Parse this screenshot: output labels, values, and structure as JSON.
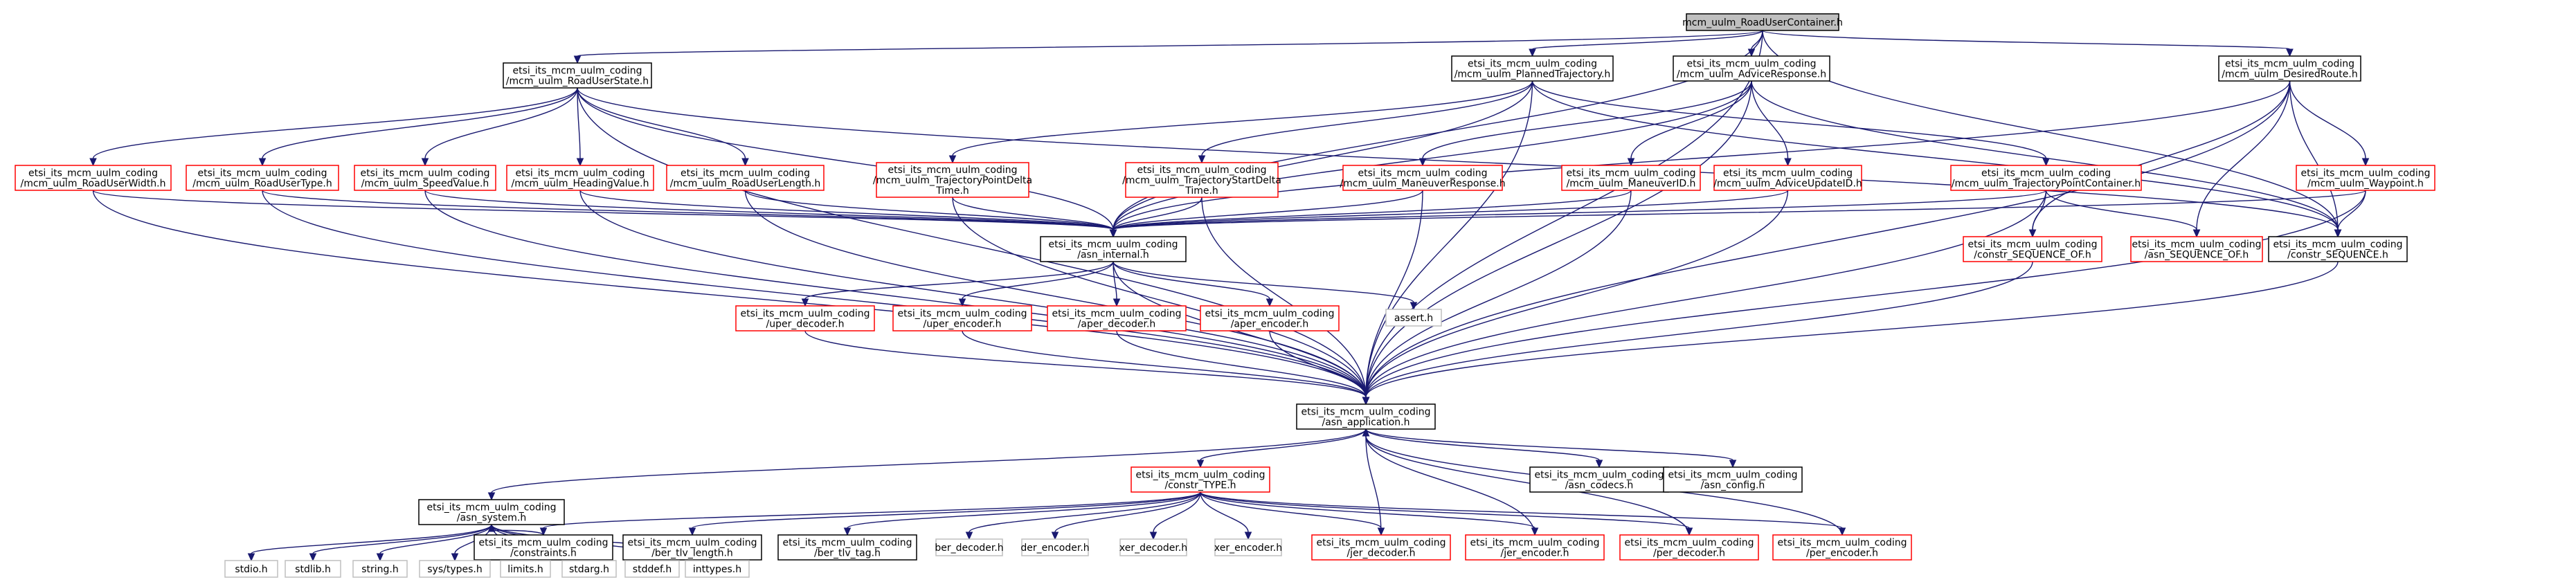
{
  "colors": {
    "edge": "#191970",
    "border_black": "#000000",
    "border_red": "#ff0000",
    "border_gray": "#bfbfbf",
    "fill_root": "#bfbfbf",
    "fill_default": "#ffffff"
  },
  "nodes": {
    "root": {
      "lines": [
        "mcm_uulm_RoadUserContainer.h"
      ],
      "style": "root"
    },
    "roadUserState": {
      "lines": [
        "etsi_its_mcm_uulm_coding",
        "/mcm_uulm_RoadUserState.h"
      ],
      "style": "black"
    },
    "plannedTrajectory": {
      "lines": [
        "etsi_its_mcm_uulm_coding",
        "/mcm_uulm_PlannedTrajectory.h"
      ],
      "style": "black"
    },
    "adviceResponse": {
      "lines": [
        "etsi_its_mcm_uulm_coding",
        "/mcm_uulm_AdviceResponse.h"
      ],
      "style": "black"
    },
    "desiredRoute": {
      "lines": [
        "etsi_its_mcm_uulm_coding",
        "/mcm_uulm_DesiredRoute.h"
      ],
      "style": "black"
    },
    "roadUserWidth": {
      "lines": [
        "etsi_its_mcm_uulm_coding",
        "/mcm_uulm_RoadUserWidth.h"
      ],
      "style": "red"
    },
    "roadUserType": {
      "lines": [
        "etsi_its_mcm_uulm_coding",
        "/mcm_uulm_RoadUserType.h"
      ],
      "style": "red"
    },
    "speedValue": {
      "lines": [
        "etsi_its_mcm_uulm_coding",
        "/mcm_uulm_SpeedValue.h"
      ],
      "style": "red"
    },
    "headingValue": {
      "lines": [
        "etsi_its_mcm_uulm_coding",
        "/mcm_uulm_HeadingValue.h"
      ],
      "style": "red"
    },
    "roadUserLength": {
      "lines": [
        "etsi_its_mcm_uulm_coding",
        "/mcm_uulm_RoadUserLength.h"
      ],
      "style": "red"
    },
    "trajPointDeltaTime": {
      "lines": [
        "etsi_its_mcm_uulm_coding",
        "/mcm_uulm_TrajectoryPointDelta",
        "Time.h"
      ],
      "style": "red"
    },
    "trajStartDeltaTime": {
      "lines": [
        "etsi_its_mcm_uulm_coding",
        "/mcm_uulm_TrajectoryStartDelta",
        "Time.h"
      ],
      "style": "red"
    },
    "maneuverResponse": {
      "lines": [
        "etsi_its_mcm_uulm_coding",
        "/mcm_uulm_ManeuverResponse.h"
      ],
      "style": "red"
    },
    "maneuverID": {
      "lines": [
        "etsi_its_mcm_uulm_coding",
        "/mcm_uulm_ManeuverID.h"
      ],
      "style": "red"
    },
    "adviceUpdateID": {
      "lines": [
        "etsi_its_mcm_uulm_coding",
        "/mcm_uulm_AdviceUpdateID.h"
      ],
      "style": "red"
    },
    "trajPointContainer": {
      "lines": [
        "etsi_its_mcm_uulm_coding",
        "/mcm_uulm_TrajectoryPointContainer.h"
      ],
      "style": "red"
    },
    "waypoint": {
      "lines": [
        "etsi_its_mcm_uulm_coding",
        "/mcm_uulm_Waypoint.h"
      ],
      "style": "red"
    },
    "asnInternal": {
      "lines": [
        "etsi_its_mcm_uulm_coding",
        "/asn_internal.h"
      ],
      "style": "black"
    },
    "constrSeqOfRed": {
      "lines": [
        "etsi_its_mcm_uulm_coding",
        "/constr_SEQUENCE_OF.h"
      ],
      "style": "red"
    },
    "asnSeqOf": {
      "lines": [
        "etsi_its_mcm_uulm_coding",
        "/asn_SEQUENCE_OF.h"
      ],
      "style": "red"
    },
    "constrSequence": {
      "lines": [
        "etsi_its_mcm_uulm_coding",
        "/constr_SEQUENCE.h"
      ],
      "style": "black"
    },
    "uperDecoder": {
      "lines": [
        "etsi_its_mcm_uulm_coding",
        "/uper_decoder.h"
      ],
      "style": "red"
    },
    "uperEncoder": {
      "lines": [
        "etsi_its_mcm_uulm_coding",
        "/uper_encoder.h"
      ],
      "style": "red"
    },
    "aperDecoder": {
      "lines": [
        "etsi_its_mcm_uulm_coding",
        "/aper_decoder.h"
      ],
      "style": "red"
    },
    "aperEncoder": {
      "lines": [
        "etsi_its_mcm_uulm_coding",
        "/aper_encoder.h"
      ],
      "style": "red"
    },
    "assert": {
      "lines": [
        "assert.h"
      ],
      "style": "gray"
    },
    "asnApplication": {
      "lines": [
        "etsi_its_mcm_uulm_coding",
        "/asn_application.h"
      ],
      "style": "black"
    },
    "constrType": {
      "lines": [
        "etsi_its_mcm_uulm_coding",
        "/constr_TYPE.h"
      ],
      "style": "red"
    },
    "asnCodecs": {
      "lines": [
        "etsi_its_mcm_uulm_coding",
        "/asn_codecs.h"
      ],
      "style": "black"
    },
    "asnConfig": {
      "lines": [
        "etsi_its_mcm_uulm_coding",
        "/asn_config.h"
      ],
      "style": "black"
    },
    "constraints": {
      "lines": [
        "etsi_its_mcm_uulm_coding",
        "/constraints.h"
      ],
      "style": "black"
    },
    "berTlvLength": {
      "lines": [
        "etsi_its_mcm_uulm_coding",
        "/ber_tlv_length.h"
      ],
      "style": "black"
    },
    "berTlvTag": {
      "lines": [
        "etsi_its_mcm_uulm_coding",
        "/ber_tlv_tag.h"
      ],
      "style": "black"
    },
    "berDecoder": {
      "lines": [
        "ber_decoder.h"
      ],
      "style": "gray"
    },
    "derEncoder": {
      "lines": [
        "der_encoder.h"
      ],
      "style": "gray"
    },
    "xerDecoder": {
      "lines": [
        "xer_decoder.h"
      ],
      "style": "gray"
    },
    "xerEncoder": {
      "lines": [
        "xer_encoder.h"
      ],
      "style": "gray"
    },
    "jerDecoder": {
      "lines": [
        "etsi_its_mcm_uulm_coding",
        "/jer_decoder.h"
      ],
      "style": "red"
    },
    "jerEncoder": {
      "lines": [
        "etsi_its_mcm_uulm_coding",
        "/jer_encoder.h"
      ],
      "style": "red"
    },
    "perDecoder": {
      "lines": [
        "etsi_its_mcm_uulm_coding",
        "/per_decoder.h"
      ],
      "style": "red"
    },
    "perEncoder": {
      "lines": [
        "etsi_its_mcm_uulm_coding",
        "/per_encoder.h"
      ],
      "style": "red"
    },
    "asnSystem": {
      "lines": [
        "etsi_its_mcm_uulm_coding",
        "/asn_system.h"
      ],
      "style": "black"
    },
    "stdio": {
      "lines": [
        "stdio.h"
      ],
      "style": "gray"
    },
    "stdlib": {
      "lines": [
        "stdlib.h"
      ],
      "style": "gray"
    },
    "string": {
      "lines": [
        "string.h"
      ],
      "style": "gray"
    },
    "systypes": {
      "lines": [
        "sys/types.h"
      ],
      "style": "gray"
    },
    "limits": {
      "lines": [
        "limits.h"
      ],
      "style": "gray"
    },
    "stdarg": {
      "lines": [
        "stdarg.h"
      ],
      "style": "gray"
    },
    "stddef": {
      "lines": [
        "stddef.h"
      ],
      "style": "gray"
    },
    "inttypes": {
      "lines": [
        "inttypes.h"
      ],
      "style": "gray"
    }
  },
  "edges": [
    [
      "root",
      "roadUserState"
    ],
    [
      "root",
      "plannedTrajectory"
    ],
    [
      "root",
      "adviceResponse"
    ],
    [
      "root",
      "desiredRoute"
    ],
    [
      "root",
      "asnInternal"
    ],
    [
      "root",
      "asnApplication"
    ],
    [
      "root",
      "constrSequence"
    ],
    [
      "roadUserState",
      "roadUserWidth"
    ],
    [
      "roadUserState",
      "roadUserType"
    ],
    [
      "roadUserState",
      "speedValue"
    ],
    [
      "roadUserState",
      "headingValue"
    ],
    [
      "roadUserState",
      "roadUserLength"
    ],
    [
      "roadUserState",
      "asnInternal"
    ],
    [
      "roadUserState",
      "asnApplication"
    ],
    [
      "roadUserState",
      "constrSequence"
    ],
    [
      "plannedTrajectory",
      "trajPointDeltaTime"
    ],
    [
      "plannedTrajectory",
      "trajStartDeltaTime"
    ],
    [
      "plannedTrajectory",
      "trajPointContainer"
    ],
    [
      "plannedTrajectory",
      "asnInternal"
    ],
    [
      "plannedTrajectory",
      "asnApplication"
    ],
    [
      "plannedTrajectory",
      "constrSequence"
    ],
    [
      "adviceResponse",
      "maneuverResponse"
    ],
    [
      "adviceResponse",
      "maneuverID"
    ],
    [
      "adviceResponse",
      "adviceUpdateID"
    ],
    [
      "adviceResponse",
      "asnInternal"
    ],
    [
      "adviceResponse",
      "asnApplication"
    ],
    [
      "adviceResponse",
      "constrSequence"
    ],
    [
      "desiredRoute",
      "waypoint"
    ],
    [
      "desiredRoute",
      "constrSeqOfRed"
    ],
    [
      "desiredRoute",
      "asnSeqOf"
    ],
    [
      "desiredRoute",
      "asnInternal"
    ],
    [
      "desiredRoute",
      "asnApplication"
    ],
    [
      "desiredRoute",
      "constrSequence"
    ],
    [
      "roadUserWidth",
      "asnInternal"
    ],
    [
      "roadUserWidth",
      "asnApplication"
    ],
    [
      "roadUserType",
      "asnInternal"
    ],
    [
      "roadUserType",
      "asnApplication"
    ],
    [
      "speedValue",
      "asnInternal"
    ],
    [
      "speedValue",
      "asnApplication"
    ],
    [
      "headingValue",
      "asnInternal"
    ],
    [
      "headingValue",
      "asnApplication"
    ],
    [
      "roadUserLength",
      "asnInternal"
    ],
    [
      "roadUserLength",
      "asnApplication"
    ],
    [
      "trajPointDeltaTime",
      "asnInternal"
    ],
    [
      "trajPointDeltaTime",
      "asnApplication"
    ],
    [
      "trajStartDeltaTime",
      "asnInternal"
    ],
    [
      "trajStartDeltaTime",
      "asnApplication"
    ],
    [
      "maneuverResponse",
      "asnInternal"
    ],
    [
      "maneuverResponse",
      "asnApplication"
    ],
    [
      "maneuverID",
      "asnInternal"
    ],
    [
      "maneuverID",
      "asnApplication"
    ],
    [
      "adviceUpdateID",
      "asnInternal"
    ],
    [
      "adviceUpdateID",
      "asnApplication"
    ],
    [
      "trajPointContainer",
      "constrSeqOfRed"
    ],
    [
      "trajPointContainer",
      "asnSeqOf"
    ],
    [
      "trajPointContainer",
      "asnInternal"
    ],
    [
      "trajPointContainer",
      "asnApplication"
    ],
    [
      "waypoint",
      "asnInternal"
    ],
    [
      "waypoint",
      "asnApplication"
    ],
    [
      "waypoint",
      "constrSequence"
    ],
    [
      "asnInternal",
      "uperDecoder"
    ],
    [
      "asnInternal",
      "uperEncoder"
    ],
    [
      "asnInternal",
      "aperDecoder"
    ],
    [
      "asnInternal",
      "aperEncoder"
    ],
    [
      "asnInternal",
      "assert"
    ],
    [
      "asnInternal",
      "asnApplication"
    ],
    [
      "constrSeqOfRed",
      "asnApplication"
    ],
    [
      "constrSequence",
      "asnApplication"
    ],
    [
      "uperDecoder",
      "asnApplication"
    ],
    [
      "uperEncoder",
      "asnApplication"
    ],
    [
      "aperDecoder",
      "asnApplication"
    ],
    [
      "aperEncoder",
      "asnApplication"
    ],
    [
      "asnApplication",
      "constrType"
    ],
    [
      "asnApplication",
      "asnCodecs"
    ],
    [
      "asnApplication",
      "asnConfig"
    ],
    [
      "asnApplication",
      "asnSystem"
    ],
    [
      "constrType",
      "constraints"
    ],
    [
      "constrType",
      "berTlvLength"
    ],
    [
      "constrType",
      "berTlvTag"
    ],
    [
      "constrType",
      "berDecoder"
    ],
    [
      "constrType",
      "derEncoder"
    ],
    [
      "constrType",
      "xerDecoder"
    ],
    [
      "constrType",
      "xerEncoder"
    ],
    [
      "constrType",
      "jerDecoder"
    ],
    [
      "constrType",
      "jerEncoder"
    ],
    [
      "constrType",
      "perDecoder"
    ],
    [
      "constrType",
      "perEncoder"
    ],
    [
      "jerDecoder",
      "asnApplication"
    ],
    [
      "jerEncoder",
      "asnApplication"
    ],
    [
      "perDecoder",
      "asnApplication"
    ],
    [
      "perEncoder",
      "asnApplication"
    ],
    [
      "constraints",
      "asnSystem"
    ],
    [
      "asnSystem",
      "stdio"
    ],
    [
      "asnSystem",
      "stdlib"
    ],
    [
      "asnSystem",
      "string"
    ],
    [
      "asnSystem",
      "systypes"
    ],
    [
      "asnSystem",
      "limits"
    ],
    [
      "asnSystem",
      "stdarg"
    ],
    [
      "asnSystem",
      "stddef"
    ],
    [
      "asnSystem",
      "inttypes"
    ]
  ]
}
